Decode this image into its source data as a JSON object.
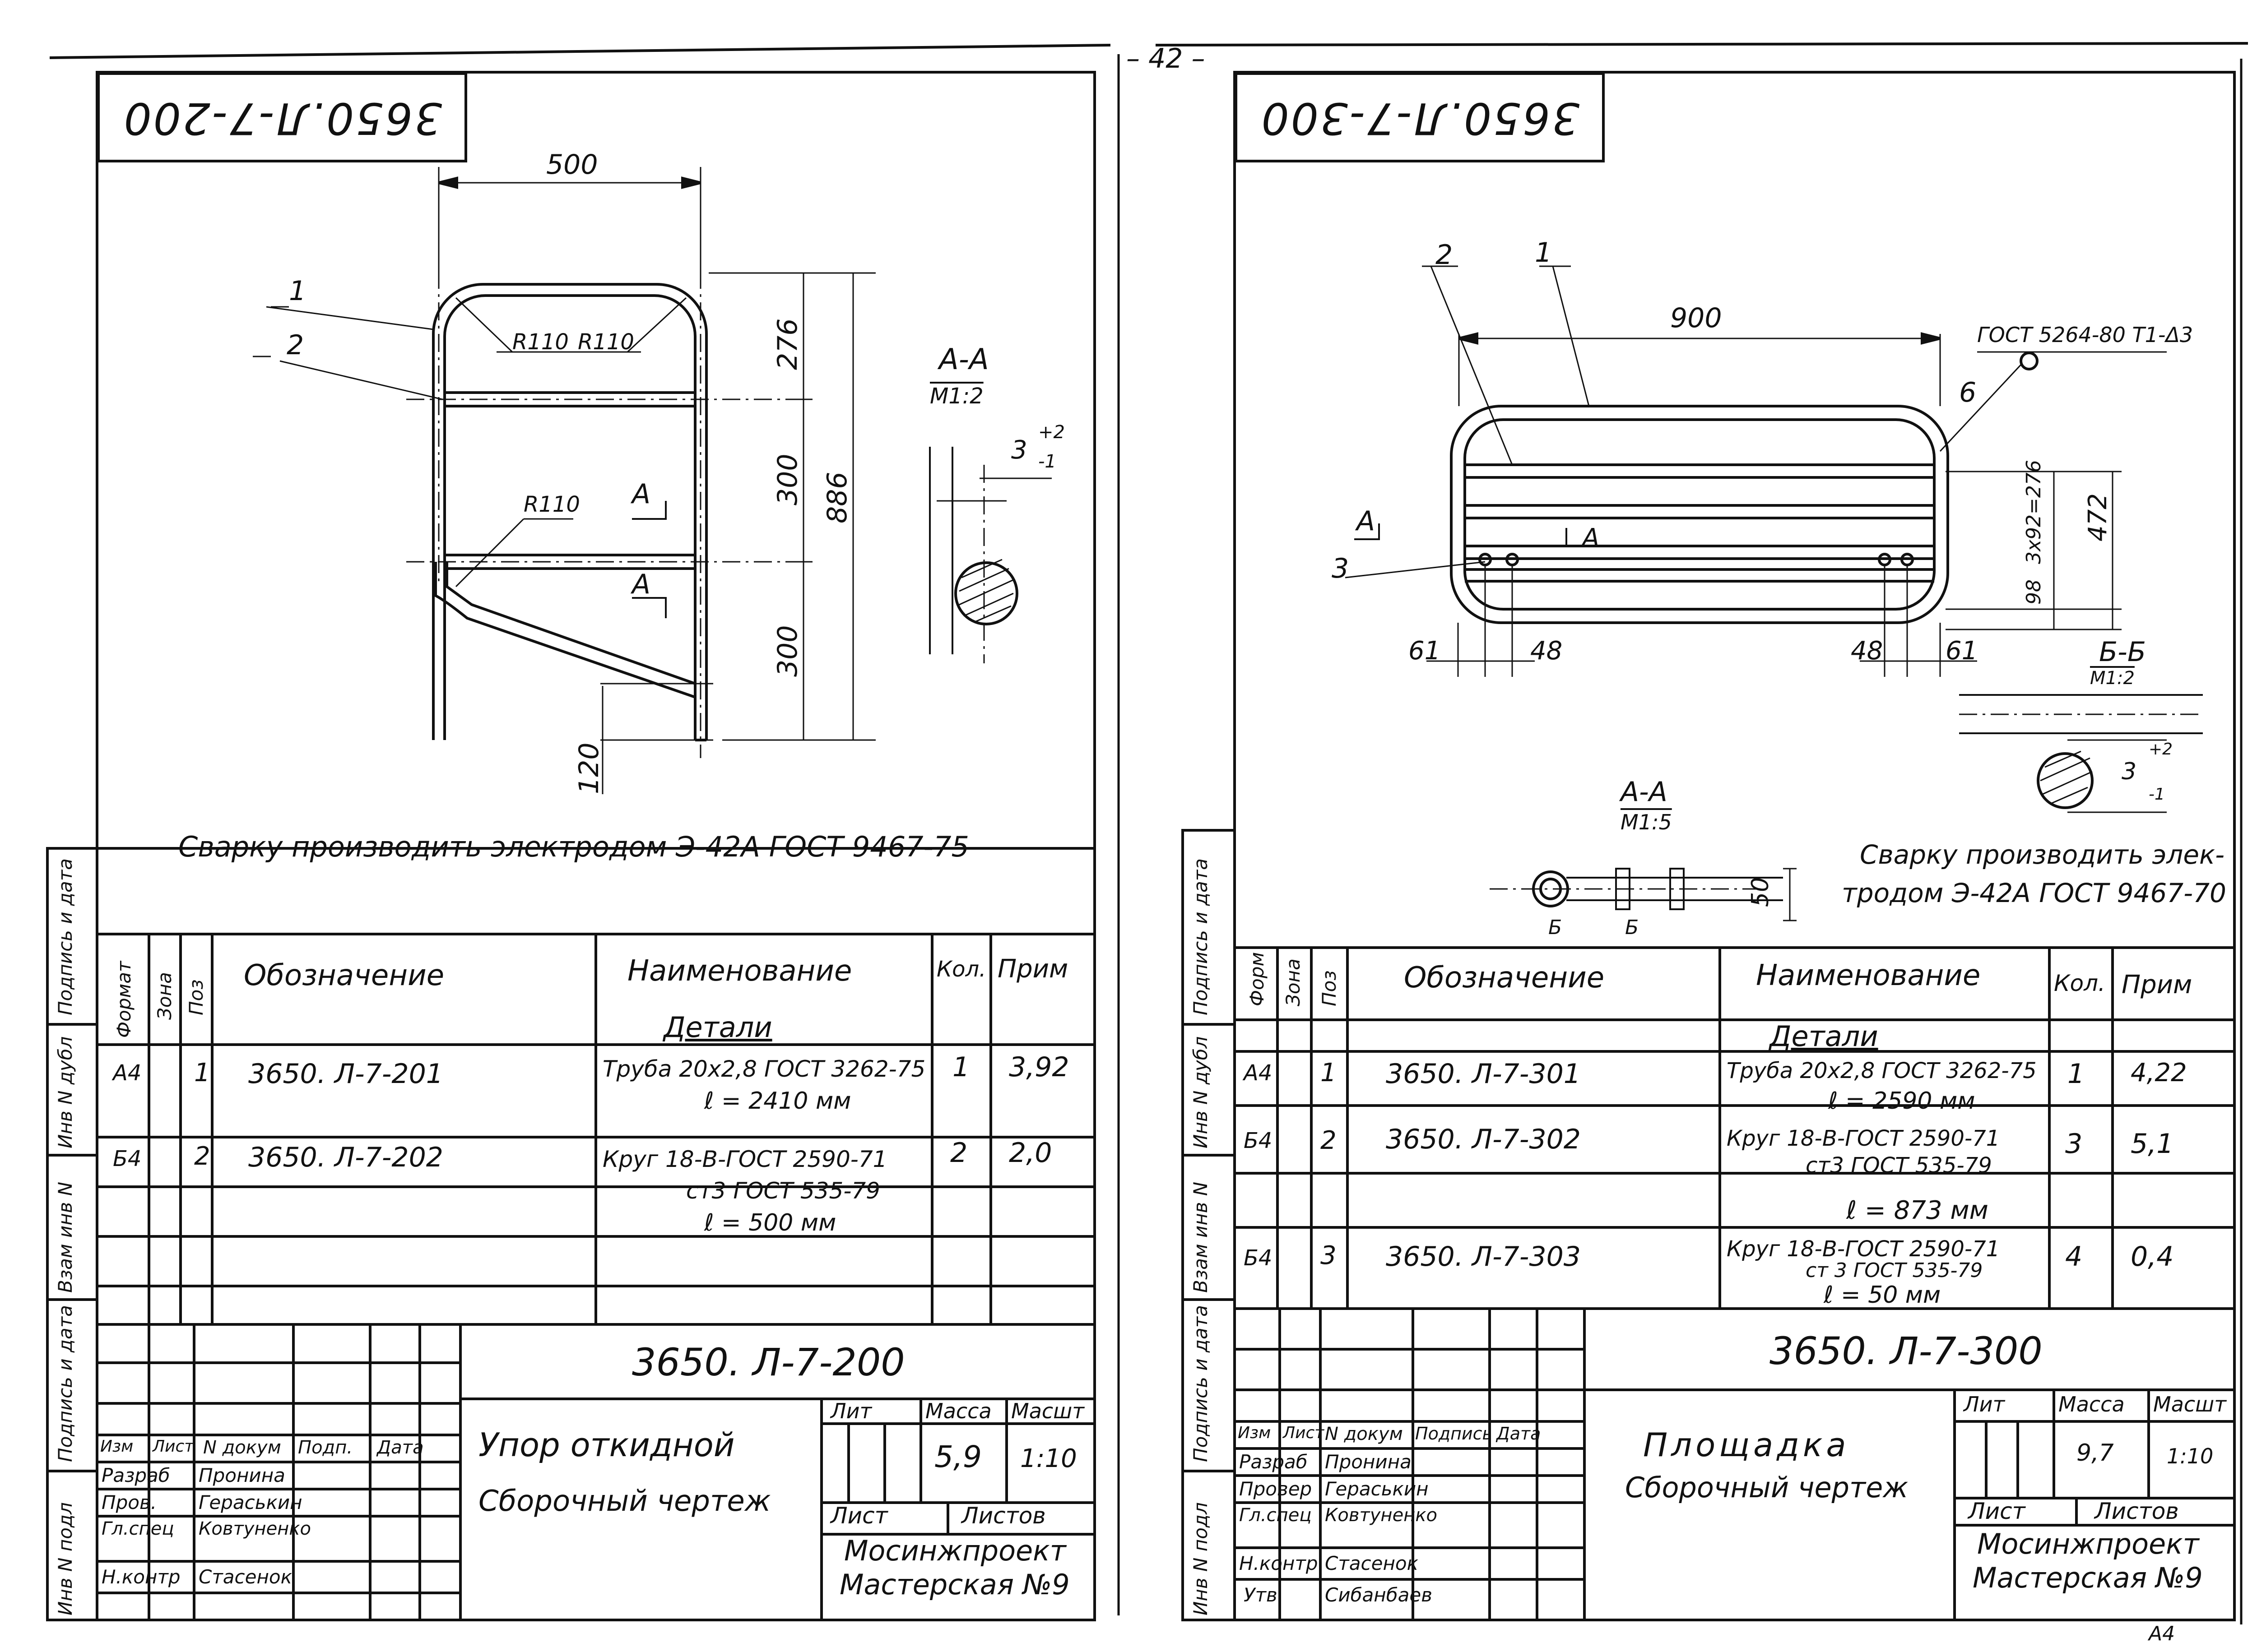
{
  "page_number": "– 42 –",
  "sheet_format": "А4",
  "left": {
    "stamp": "3650.Л-7-200",
    "dims": {
      "width": "500",
      "r1": "R110",
      "r2": "R110",
      "r3": "R110",
      "h1": "276",
      "h2": "300",
      "h3": "300",
      "total": "886",
      "leg": "120",
      "pos1": "1",
      "pos2": "2",
      "cut1": "А",
      "cut2": "А"
    },
    "section": {
      "title": "А-А",
      "scale": "М1:2",
      "tol_plus": "+2",
      "tol_base": "3",
      "tol_minus": "-1"
    },
    "note": "Сварку производить электродом Э-42А ГОСТ 9467-75",
    "spec_headers": [
      "Формат",
      "Зона",
      "Поз",
      "Обозначение",
      "Наименование",
      "Кол.",
      "Прим"
    ],
    "spec_group": "Детали",
    "spec_rows": [
      {
        "fmt": "А4",
        "pos": "1",
        "code": "3650. Л-7-201",
        "name1": "Труба 20х2,8 ГОСТ 3262-75",
        "name2": "ℓ = 2410 мм",
        "qty": "1",
        "note": "3,92"
      },
      {
        "fmt": "Б4",
        "pos": "2",
        "code": "3650. Л-7-202",
        "name1": "Круг 18-В-ГОСТ 2590-71",
        "name2": "ст3 ГОСТ 535-79",
        "name3": "ℓ = 500 мм",
        "qty": "2",
        "note": "2,0"
      }
    ],
    "title_code": "3650. Л-7-200",
    "title_name1": "Упор откидной",
    "title_name2": "Сборочный чертеж",
    "lit_label": "Лит",
    "mass_label": "Масса",
    "scale_label": "Масшт",
    "mass": "5,9",
    "scale": "1:10",
    "sheet_label": "Лист",
    "sheets_label": "Листов",
    "org1": "Мосинжпроект",
    "org2": "Мастерская №9",
    "sign_headers": [
      "Изм",
      "Лист",
      "N докум",
      "Подп.",
      "Дата"
    ],
    "sign_rows": [
      {
        "role": "Разраб",
        "name": "Пронина"
      },
      {
        "role": "Пров.",
        "name": "Гераськин"
      },
      {
        "role": "Гл.спец",
        "name": "Ковтуненко"
      },
      {
        "role": "Н.контр",
        "name": "Стасенок"
      }
    ],
    "side_labels": [
      "Подпись и дата",
      "Инв N дубл",
      "Взам инв N",
      "Подпись и дата",
      "Инв N подл"
    ]
  },
  "right": {
    "stamp": "3650.Л-7-300",
    "dims": {
      "width": "900",
      "pos1": "1",
      "pos2": "2",
      "pos3": "3",
      "pos6": "6",
      "weld": "ГОСТ 5264-80 Т1-Δ3",
      "pitch": "3х92=276",
      "h_total": "472",
      "h_base": "98",
      "d61a": "61",
      "d48a": "48",
      "d48b": "48",
      "d61b": "61",
      "cut": "А",
      "cut2": "А"
    },
    "section_aa": {
      "title": "А-А",
      "scale": "М1:5",
      "dim": "50",
      "b1": "Б",
      "b2": "Б"
    },
    "section_bb": {
      "title": "Б-Б",
      "scale": "М1:2",
      "tol_plus": "+2",
      "tol_base": "3",
      "tol_minus": "-1"
    },
    "note1": "Сварку производить элек-",
    "note2": "тродом Э-42А ГОСТ 9467-70",
    "spec_headers": [
      "Форм",
      "Зона",
      "Поз",
      "Обозначение",
      "Наименование",
      "Кол.",
      "Прим"
    ],
    "spec_group": "Детали",
    "spec_rows": [
      {
        "fmt": "А4",
        "pos": "1",
        "code": "3650. Л-7-301",
        "name1": "Труба 20х2,8 ГОСТ 3262-75",
        "name2": "ℓ = 2590 мм",
        "qty": "1",
        "note": "4,22"
      },
      {
        "fmt": "Б4",
        "pos": "2",
        "code": "3650. Л-7-302",
        "name1": "Круг 18-В-ГОСТ 2590-71",
        "name2": "ст3 ГОСТ 535-79",
        "name3": "ℓ = 873 мм",
        "qty": "3",
        "note": "5,1"
      },
      {
        "fmt": "Б4",
        "pos": "3",
        "code": "3650. Л-7-303",
        "name1": "Круг 18-В-ГОСТ 2590-71",
        "name2": "ст 3 ГОСТ 535-79",
        "name3": "ℓ = 50 мм",
        "qty": "4",
        "note": "0,4"
      }
    ],
    "title_code": "3650. Л-7-300",
    "title_name1": "Площадка",
    "title_name2": "Сборочный чертеж",
    "lit_label": "Лит",
    "mass_label": "Масса",
    "scale_label": "Масшт",
    "mass": "9,7",
    "scale": "1:10",
    "sheet_label": "Лист",
    "sheets_label": "Листов",
    "org1": "Мосинжпроект",
    "org2": "Мастерская №9",
    "sign_headers": [
      "Изм",
      "Лист",
      "N докум",
      "Подпись",
      "Дата"
    ],
    "sign_rows": [
      {
        "role": "Разраб",
        "name": "Пронина"
      },
      {
        "role": "Провер",
        "name": "Гераськин"
      },
      {
        "role": "Гл.спец",
        "name": "Ковтуненко"
      },
      {
        "role": "Н.контр",
        "name": "Стасенок"
      },
      {
        "role": "Утв.",
        "name": "Сибанбаев"
      }
    ],
    "side_labels": [
      "Подпись и дата",
      "Инв N дубл",
      "Взам инв N",
      "Подпись и дата",
      "Инв N подл"
    ]
  }
}
